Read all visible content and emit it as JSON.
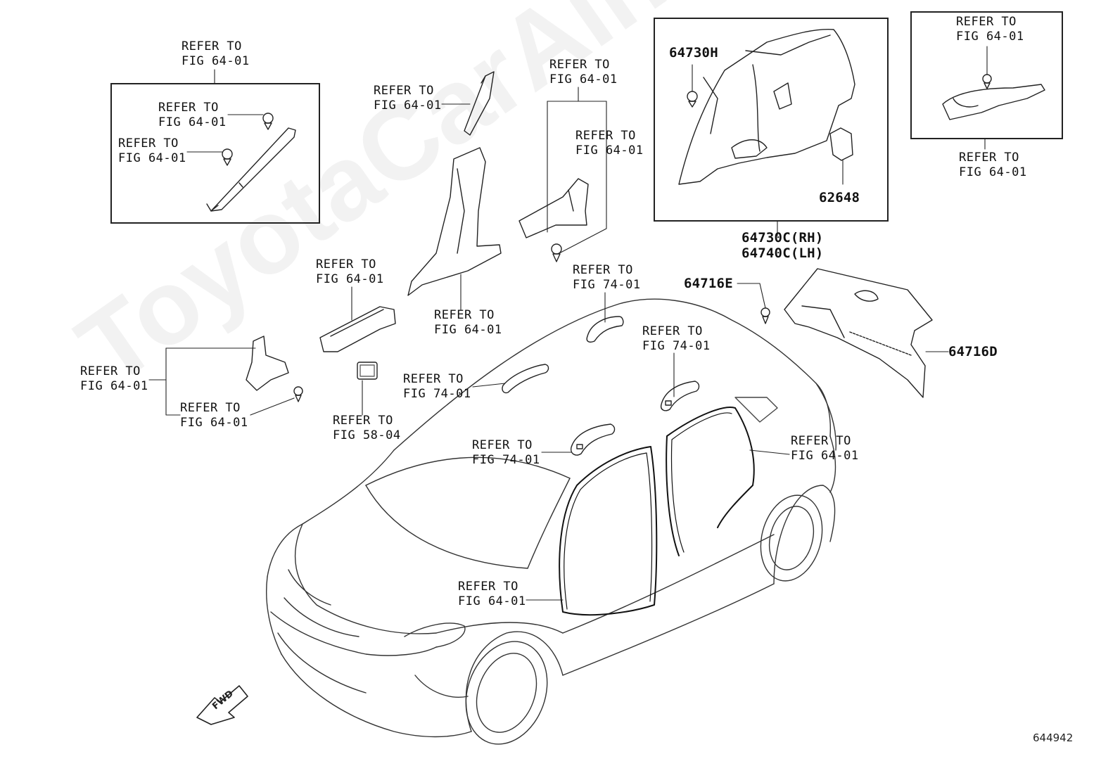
{
  "watermark": "ToyotaCarAine.ru",
  "figure_number": "644942",
  "fwd": "FWD",
  "labels": {
    "ref_top_left": "REFER TO\nFIG 64-01",
    "ref_box_clip1": "REFER TO\nFIG 64-01",
    "ref_box_clip2": "REFER TO\nFIG 64-01",
    "ref_a_pillar_upper": "REFER TO\nFIG 64-01",
    "ref_b_pillar": "REFER TO\nFIG 64-01",
    "ref_sill_front": "REFER TO\nFIG 64-01",
    "ref_bracket_left": "REFER TO\nFIG 64-01",
    "ref_bracket_clip": "REFER TO\nFIG 64-01",
    "ref_switch": "REFER TO\nFIG 58-04",
    "ref_c_group": "REFER TO\nFIG 64-01",
    "ref_c_right": "REFER TO\nFIG 64-01",
    "ref_grip_rear_roof": "REFER TO\nFIG 74-01",
    "ref_grip_right": "REFER TO\nFIG 74-01",
    "ref_grip_front": "REFER TO\nFIG 74-01",
    "ref_grip_lower": "REFER TO\nFIG 74-01",
    "ref_rear_door_ws": "REFER TO\nFIG 64-01",
    "ref_front_door_ws": "REFER TO\nFIG 64-01",
    "ref_inset_top": "REFER TO\nFIG 64-01",
    "ref_inset_bottom": "REFER TO\nFIG 64-01"
  },
  "part_numbers": {
    "clip": "64730H",
    "cover": "62648",
    "quarter_trim": "64730C(RH)\n64740C(LH)",
    "screw": "64716E",
    "rear_trim": "64716D"
  }
}
